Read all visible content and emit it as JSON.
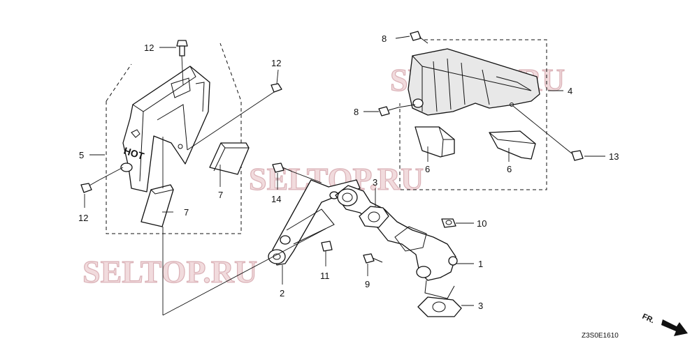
{
  "parts": [
    {
      "id": "p1",
      "label": "1"
    },
    {
      "id": "p2",
      "label": "2"
    },
    {
      "id": "p3a",
      "label": "3"
    },
    {
      "id": "p3b",
      "label": "3"
    },
    {
      "id": "p4",
      "label": "4"
    },
    {
      "id": "p5",
      "label": "5"
    },
    {
      "id": "p6a",
      "label": "6"
    },
    {
      "id": "p6b",
      "label": "6"
    },
    {
      "id": "p7a",
      "label": "7"
    },
    {
      "id": "p7b",
      "label": "7"
    },
    {
      "id": "p8a",
      "label": "8"
    },
    {
      "id": "p8b",
      "label": "8"
    },
    {
      "id": "p9",
      "label": "9"
    },
    {
      "id": "p10",
      "label": "10"
    },
    {
      "id": "p11",
      "label": "11"
    },
    {
      "id": "p12a",
      "label": "12"
    },
    {
      "id": "p12b",
      "label": "12"
    },
    {
      "id": "p12c",
      "label": "12"
    },
    {
      "id": "p13",
      "label": "13"
    },
    {
      "id": "p14",
      "label": "14"
    }
  ],
  "hot_label": "HOT",
  "diagram_code": "Z3S0E1610",
  "direction_label": "FR.",
  "watermark": "SELTOP.RU"
}
